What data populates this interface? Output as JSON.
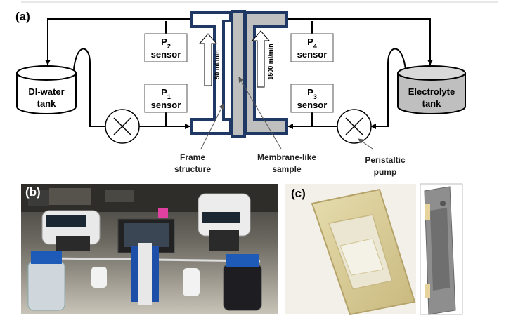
{
  "panels": {
    "a": "(a)",
    "b": "(b)",
    "c": "(c)"
  },
  "tanks": {
    "left": {
      "line1": "DI-water",
      "line2": "tank"
    },
    "right": {
      "line1": "Electrolyte",
      "line2": "tank"
    }
  },
  "sensors": {
    "p2": {
      "name": "P",
      "sub": "2",
      "word": "sensor"
    },
    "p1": {
      "name": "P",
      "sub": "1",
      "word": "sensor"
    },
    "p4": {
      "name": "P",
      "sub": "4",
      "word": "sensor"
    },
    "p3": {
      "name": "P",
      "sub": "3",
      "word": "sensor"
    }
  },
  "flows": {
    "left": "50 ml/min",
    "right": "1500 ml/min"
  },
  "labels": {
    "frame": {
      "line1": "Frame",
      "line2": "structure"
    },
    "membrane": {
      "line1": "Membrane-like",
      "line2": "sample"
    },
    "pump": {
      "line1": "Peristaltic",
      "line2": "pump"
    }
  },
  "colors": {
    "frame": "#1f3864",
    "membrane": "#bfbfbf",
    "electrolyte": "#bfbfbf"
  }
}
